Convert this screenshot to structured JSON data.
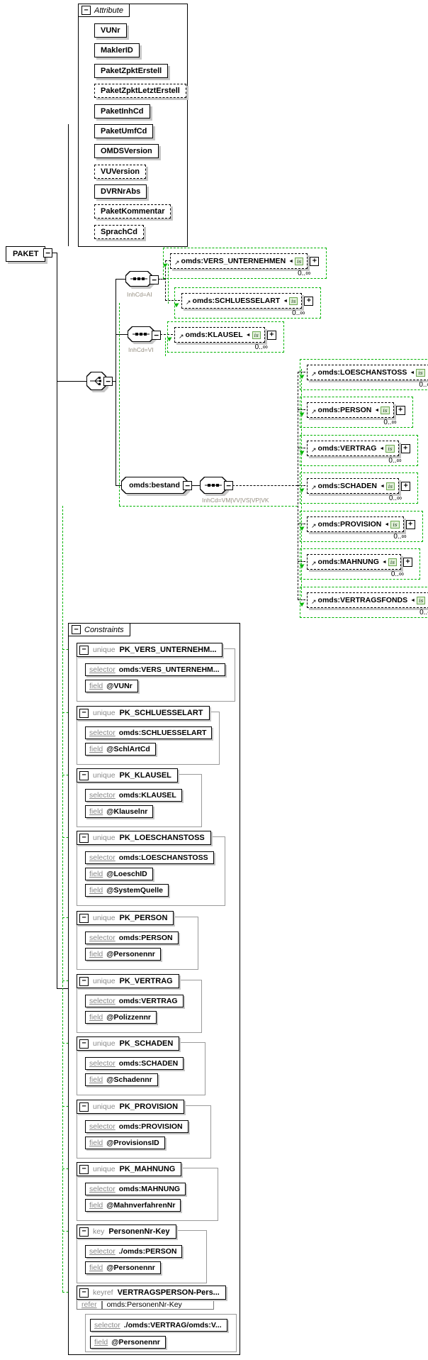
{
  "root_label": "PAKET",
  "attributes_panel": {
    "title": "Attribute",
    "collapse_glyph": "−",
    "items": [
      {
        "label": "VUNr",
        "optional": false
      },
      {
        "label": "MaklerID",
        "optional": false
      },
      {
        "label": "PaketZpktErstell",
        "optional": false
      },
      {
        "label": "PaketZpktLetztErstell",
        "optional": true
      },
      {
        "label": "PaketInhCd",
        "optional": false
      },
      {
        "label": "PaketUmfCd",
        "optional": false
      },
      {
        "label": "OMDSVersion",
        "optional": false
      },
      {
        "label": "VUVersion",
        "optional": true
      },
      {
        "label": "DVRNrAbs",
        "optional": false
      },
      {
        "label": "PaketKommentar",
        "optional": true
      },
      {
        "label": "SprachCd",
        "optional": true
      }
    ]
  },
  "tree": {
    "collapse_glyph": "−",
    "expand_glyph": "+",
    "occurs": "0..∞",
    "ref_arrow": "↗",
    "ref_left_arrow": "◄",
    "ref_badge": "is",
    "branch_ai": {
      "label": "InhCd=AI",
      "children": [
        "omds:VERS_UNTERNEHMEN",
        "omds:SCHLUESSELART"
      ]
    },
    "branch_vi": {
      "label": "InhCd=VI",
      "children": [
        "omds:KLAUSEL"
      ]
    },
    "bestand": {
      "element": "omds:bestand",
      "label": "InhCd=VM|VV|VS|VP|VK",
      "children": [
        "omds:LOESCHANSTOSS",
        "omds:PERSON",
        "omds:VERTRAG",
        "omds:SCHADEN",
        "omds:PROVISION",
        "omds:MAHNUNG",
        "omds:VERTRAGSFONDS"
      ]
    }
  },
  "constraints_panel": {
    "title": "Constraints",
    "labels": {
      "selector": "selector",
      "field": "field",
      "refer": "refer"
    },
    "items": [
      {
        "kind": "unique",
        "name": "PK_VERS_UNTERNEHM...",
        "selector": "omds:VERS_UNTERNEHM...",
        "fields": [
          "@VUNr"
        ]
      },
      {
        "kind": "unique",
        "name": "PK_SCHLUESSELART",
        "selector": "omds:SCHLUESSELART",
        "fields": [
          "@SchlArtCd"
        ]
      },
      {
        "kind": "unique",
        "name": "PK_KLAUSEL",
        "selector": "omds:KLAUSEL",
        "fields": [
          "@Klauselnr"
        ]
      },
      {
        "kind": "unique",
        "name": "PK_LOESCHANSTOSS",
        "selector": "omds:LOESCHANSTOSS",
        "fields": [
          "@LoeschID",
          "@SystemQuelle"
        ]
      },
      {
        "kind": "unique",
        "name": "PK_PERSON",
        "selector": "omds:PERSON",
        "fields": [
          "@Personennr"
        ]
      },
      {
        "kind": "unique",
        "name": "PK_VERTRAG",
        "selector": "omds:VERTRAG",
        "fields": [
          "@Polizzennr"
        ]
      },
      {
        "kind": "unique",
        "name": "PK_SCHADEN",
        "selector": "omds:SCHADEN",
        "fields": [
          "@Schadennr"
        ]
      },
      {
        "kind": "unique",
        "name": "PK_PROVISION",
        "selector": "omds:PROVISION",
        "fields": [
          "@ProvisionsID"
        ]
      },
      {
        "kind": "unique",
        "name": "PK_MAHNUNG",
        "selector": "omds:MAHNUNG",
        "fields": [
          "@MahnverfahrenNr"
        ]
      },
      {
        "kind": "key",
        "name": "PersonenNr-Key",
        "selector": "./omds:PERSON",
        "fields": [
          "@Personennr"
        ]
      },
      {
        "kind": "keyref",
        "name": "VERTRAGSPERSON-Pers...",
        "refer": "omds:PersonenNr-Key",
        "selector": "./omds:VERTRAG/omds:V...",
        "fields": [
          "@Personennr"
        ]
      }
    ]
  },
  "colors": {
    "guide_green": "#00b400",
    "shadow_gray": "#c6c6c6",
    "label_gray": "#968f82",
    "kind_gray": "#8a8a8a"
  }
}
